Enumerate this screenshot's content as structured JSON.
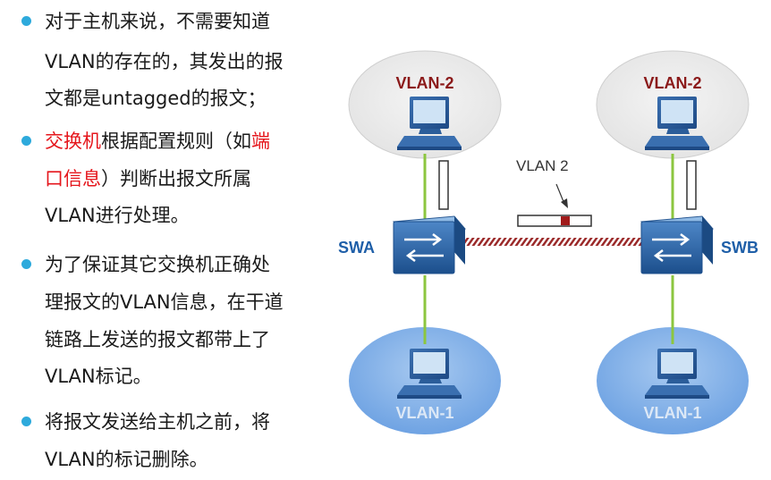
{
  "bullets": [
    {
      "lines": [
        [
          {
            "t": "对于主机来说，不需要知道"
          }
        ],
        [
          {
            "t": "VLAN的存在的，其发出的报"
          }
        ],
        [
          {
            "t": "文都是untagged的报文；"
          }
        ]
      ]
    },
    {
      "lines": [
        [
          {
            "t": "交换机",
            "red": true
          },
          {
            "t": "根据配置规则（如"
          },
          {
            "t": "端",
            "red": true
          }
        ],
        [
          {
            "t": "口信息",
            "red": true
          },
          {
            "t": "）判断出报文所属"
          }
        ],
        [
          {
            "t": "VLAN进行处理。"
          }
        ]
      ]
    },
    {
      "lines": [
        [
          {
            "t": "为了保证其它交换机正确处"
          }
        ],
        [
          {
            "t": "理报文的VLAN信息，在干道"
          }
        ],
        [
          {
            "t": "链路上发送的报文都带上了"
          }
        ],
        [
          {
            "t": "VLAN标记。"
          }
        ]
      ]
    },
    {
      "lines": [
        [
          {
            "t": "将报文发送给主机之前，将"
          }
        ],
        [
          {
            "t": "VLAN的标记删除。"
          }
        ]
      ]
    }
  ],
  "diagram": {
    "vlan2_left": "VLAN-2",
    "vlan2_right": "VLAN-2",
    "vlan1_left": "VLAN-1",
    "vlan1_right": "VLAN-1",
    "swa": "SWA",
    "swb": "SWB",
    "frame_label": "VLAN 2"
  },
  "colors": {
    "bullet_dot": "#2eaadc",
    "highlight_red": "#e5161c",
    "vlan2_label": "#8b1a1a",
    "vlan1_label": "#dce8f6",
    "switch_label": "#1f5fa8",
    "access_link": "#8cc63f",
    "trunk_link": "#9b2a2a"
  }
}
